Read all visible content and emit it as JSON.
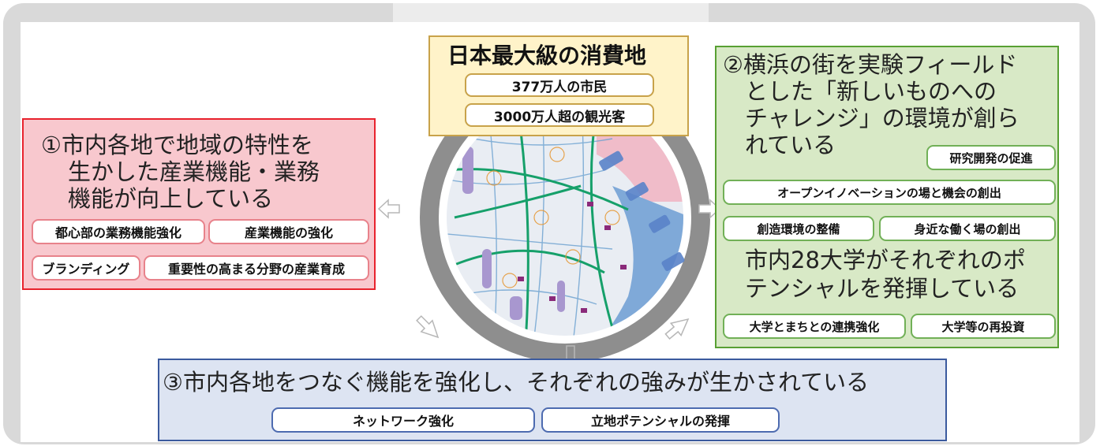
{
  "top_center": {
    "title": "日本最大級の消費地",
    "items": [
      "377万人の市民",
      "3000万人超の観光客"
    ]
  },
  "left_box": {
    "heading_lines": [
      "①市内各地で地域の特性を",
      "生かした産業機能・業務",
      "機能が向上している"
    ],
    "pills": [
      "都心部の業務機能強化",
      "産業機能の強化",
      "ブランディング",
      "重要性の高まる分野の産業育成"
    ],
    "colors": {
      "fill": "#f8c8ce",
      "border": "#e8232d"
    }
  },
  "right_box": {
    "heading_lines": [
      "②横浜の街を実験フィールド",
      "とした「新しいものへの",
      "チャレンジ」の環境が創ら",
      "れている"
    ],
    "pills_top": [
      "研究開発の促進",
      "オープンイノベーションの場と機会の創出",
      "創造環境の整備",
      "身近な働く場の創出"
    ],
    "sub_heading_lines": [
      "市内28大学がそれぞれのポ",
      "テンシャルを発揮している"
    ],
    "pills_bottom": [
      "大学とまちとの連携強化",
      "大学等の再投資"
    ],
    "colors": {
      "fill": "#d8e9c6",
      "border": "#58a033"
    }
  },
  "bottom_box": {
    "heading": "③市内各地をつなぐ機能を強化し、それぞれの強みが生かされている",
    "pills": [
      "ネットワーク強化",
      "立地ポテンシャルの発揮"
    ],
    "colors": {
      "fill": "#dde4f2",
      "border": "#3b5a9e"
    }
  }
}
